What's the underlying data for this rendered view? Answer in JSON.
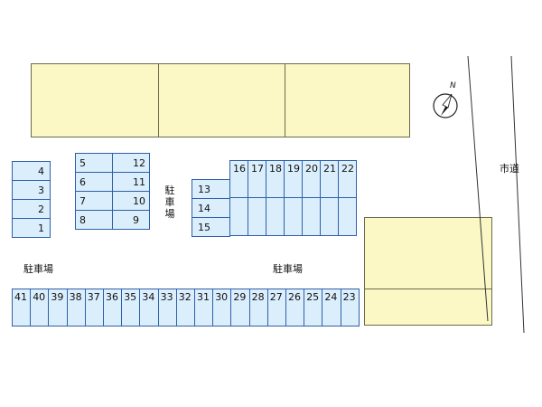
{
  "labels": {
    "parking_left": "駐車場",
    "parking_center_vertical": "駐車場",
    "parking_right": "駐車場",
    "road": "市道",
    "north": "N"
  },
  "lots": {
    "block_a": [
      "4",
      "3",
      "2",
      "1"
    ],
    "block_b_left": [
      "5",
      "6",
      "7",
      "8"
    ],
    "block_b_right": [
      "12",
      "11",
      "10",
      "9"
    ],
    "block_c_left": [
      "13",
      "14",
      "15"
    ],
    "block_c_top": [
      "16",
      "17",
      "18",
      "19",
      "20",
      "21",
      "22"
    ],
    "bottom_row": [
      "41",
      "40",
      "39",
      "38",
      "37",
      "36",
      "35",
      "34",
      "33",
      "32",
      "31",
      "30",
      "29",
      "28",
      "27",
      "26",
      "25",
      "24",
      "23"
    ]
  },
  "colors": {
    "building_fill": "#fbf8c6",
    "parking_fill": "#dbeefc",
    "parking_border": "#2f5fa8"
  }
}
